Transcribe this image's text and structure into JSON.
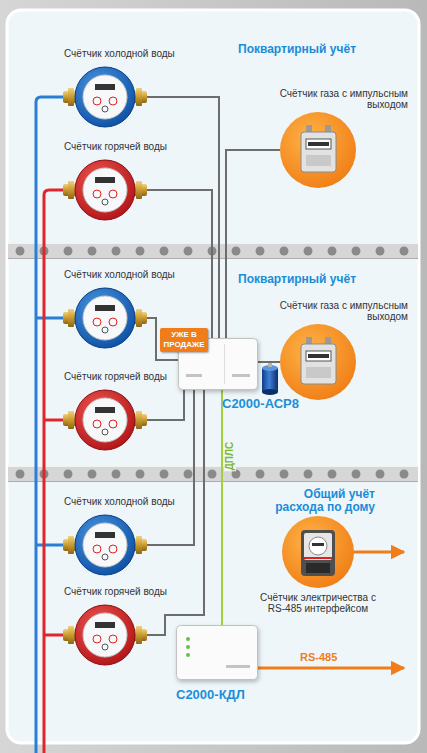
{
  "diagram": {
    "nodes": [
      {
        "text": [
          "Счётчик холодной воды"
        ]
      },
      {
        "text": [
          "Счётчик газа с импульсным выходом"
        ]
      },
      {
        "text": [
          "Счётчик горячей воды"
        ]
      },
      {
        "text": [
          "Счётчик холодной воды"
        ]
      },
      {
        "text": [
          "Счётчик газа с импульсным выходом"
        ]
      },
      {
        "text": [
          "УЖЕ В ПРОДАЖЕ",
          "С2000-АСР8"
        ]
      },
      {
        "text": [
          "Счётчик горячей воды"
        ]
      },
      {
        "text": [
          "Счётчик холодной воды"
        ]
      },
      {
        "text": [
          "Счётчик электричества с RS-485 интерфейсом"
        ]
      },
      {
        "text": [
          "Счётчик горячей воды"
        ]
      },
      {
        "text": [
          "С2000-КДЛ"
        ]
      }
    ],
    "edges": [
      {
        "from": 0,
        "to": 5,
        "arrow": "none"
      },
      {
        "from": 1,
        "to": 5,
        "arrow": "none"
      },
      {
        "from": 2,
        "to": 5,
        "arrow": "none"
      },
      {
        "from": 3,
        "to": 5,
        "arrow": "none"
      },
      {
        "from": 4,
        "to": 5,
        "arrow": "none"
      },
      {
        "from": 6,
        "to": 5,
        "arrow": "none"
      },
      {
        "from": 7,
        "to": 5,
        "arrow": "none"
      },
      {
        "from": 9,
        "to": 5,
        "arrow": "none"
      },
      {
        "from": 5,
        "to": 10,
        "label": "ДПЛС",
        "arrow": "none"
      }
    ],
    "labels": [
      "Поквартирный учёт",
      "Поквартирный учёт",
      "Общий учёт расхода по дому",
      "RS-485"
    ]
  }
}
